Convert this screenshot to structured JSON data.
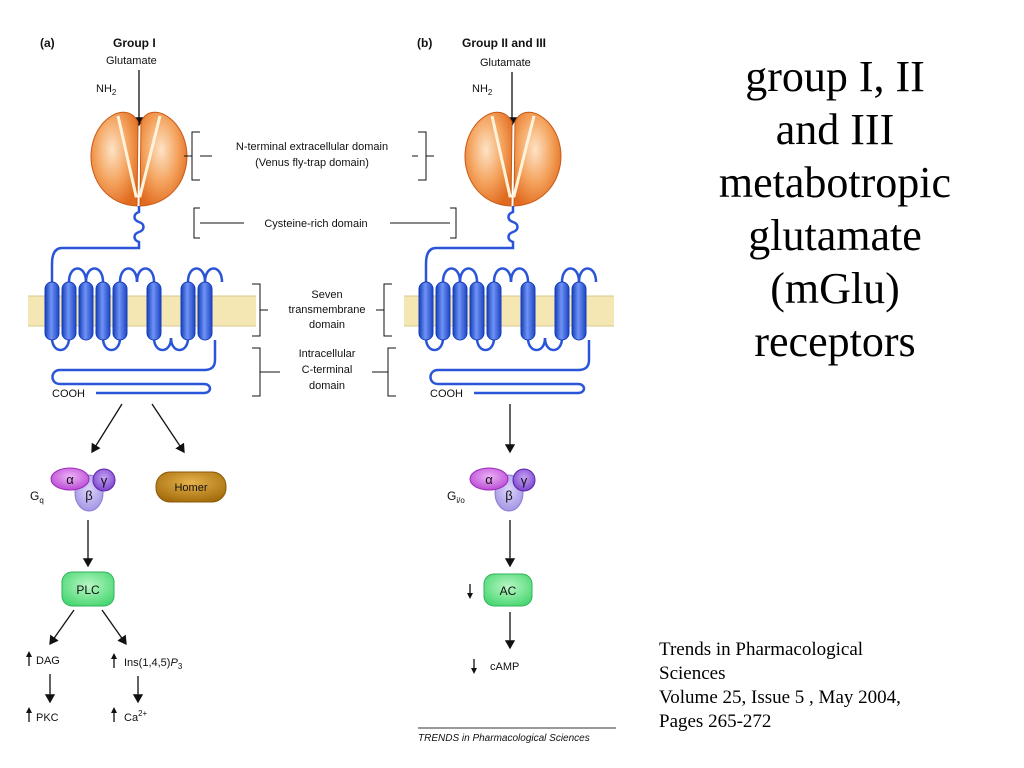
{
  "panels": {
    "a": {
      "letter": "(a)",
      "group": "Group I",
      "ligand": "Glutamate",
      "nterm": "NH",
      "nterm_sub": "2",
      "cterm": "COOH",
      "gprotein": {
        "label": "G",
        "sub": "q",
        "alpha": "α",
        "beta": "β",
        "gamma": "γ"
      },
      "homer": "Homer",
      "effector": "PLC",
      "products": {
        "dag": "DAG",
        "ip3_prefix": "Ins(1,4,5)",
        "ip3_p": "P",
        "ip3_sub": "3",
        "pkc": "PKC",
        "ca": "Ca",
        "ca_sup": "2+"
      }
    },
    "b": {
      "letter": "(b)",
      "group": "Group II and III",
      "ligand": "Glutamate",
      "nterm": "NH",
      "nterm_sub": "2",
      "cterm": "COOH",
      "gprotein": {
        "label": "G",
        "sub": "i/o",
        "alpha": "α",
        "beta": "β",
        "gamma": "γ"
      },
      "effector": "AC",
      "product": "cAMP"
    }
  },
  "domains": {
    "extracellular_1": "N-terminal extracellular domain",
    "extracellular_2": "(Venus fly-trap domain)",
    "cysteine": "Cysteine-rich domain",
    "tm_1": "Seven",
    "tm_2": "transmembrane",
    "tm_3": "domain",
    "ct_1": "Intracellular",
    "ct_2": "C-terminal",
    "ct_3": "domain"
  },
  "source_credit": "TRENDS in Pharmacological Sciences",
  "title_lines": [
    "group I, II",
    "and III",
    "metabotropic",
    "glutamate",
    "(mGlu)",
    "receptors"
  ],
  "citation_lines": [
    "Trends in Pharmacological",
    "Sciences",
    "Volume 25, Issue 5 , May 2004,",
    "Pages 265-272"
  ],
  "colors": {
    "vft_orange": "#f08a3a",
    "tm_blue": "#2a55d8",
    "membrane": "#f4e7b4",
    "alpha_purple": "#c13fd4",
    "beta_lavender": "#b3a4e8",
    "gamma_purple": "#7f3fd0",
    "homer_gold": "#b57d12",
    "effector_green": "#52e07a"
  },
  "icons": {
    "up": "up-arrow-icon",
    "down": "down-arrow-icon"
  }
}
